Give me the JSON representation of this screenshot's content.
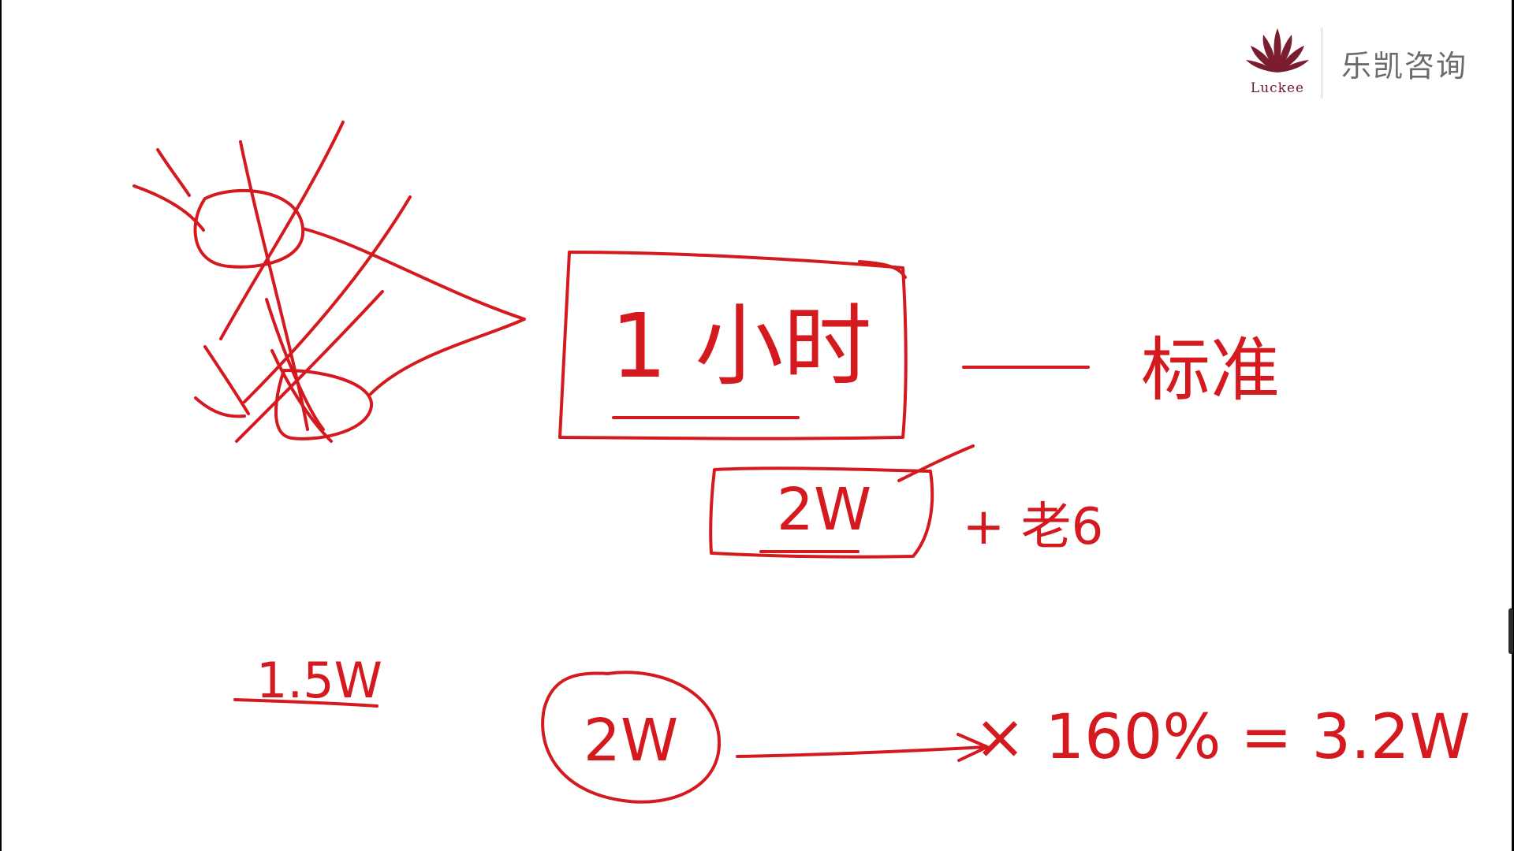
{
  "brand": {
    "logo_word": "Luckee",
    "name": "乐凯咨询",
    "accent_color": "#6a1b2a",
    "logo_icon": "fan-petals-icon"
  },
  "sketch": {
    "ink_color": "#d41a1f",
    "box_text": "1 小时",
    "box_label": "标准",
    "sub_box_text": "2W",
    "sub_box_label": "+ 老6",
    "left_value": "1.5W",
    "formula_start": "2W",
    "formula_rest": "× 160% = 3.2W"
  }
}
